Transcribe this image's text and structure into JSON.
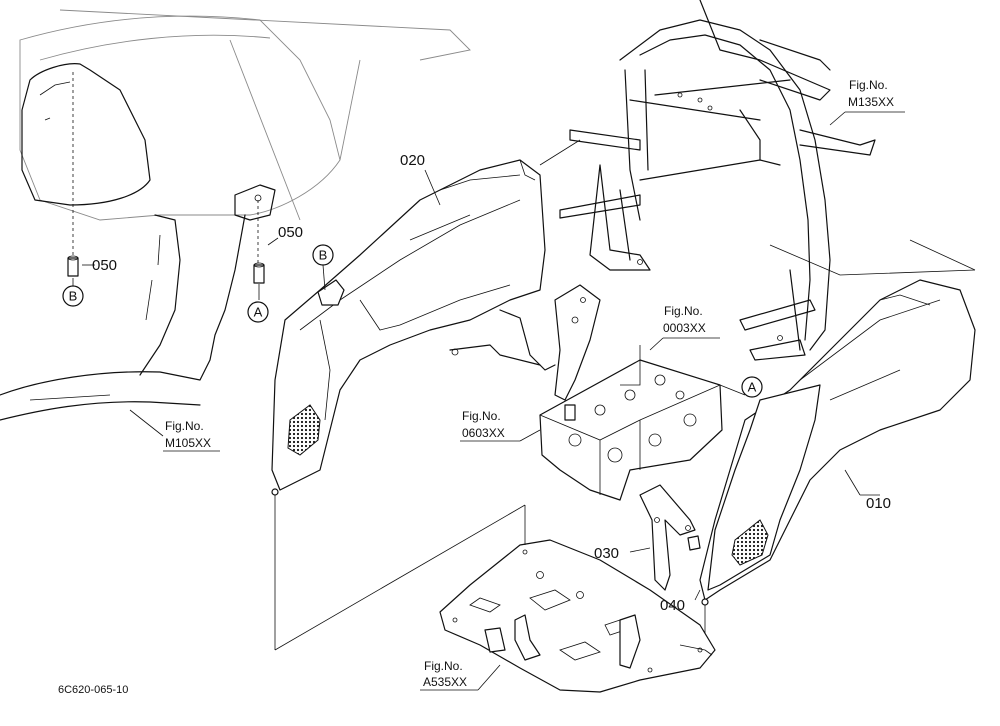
{
  "parts": {
    "p010": "010",
    "p020": "020",
    "p030": "030",
    "p040": "040",
    "p050_left": "050",
    "p050_right": "050"
  },
  "refs": {
    "m135": {
      "label": "Fig.No.",
      "code": "M135XX"
    },
    "m105": {
      "label": "Fig.No.",
      "code": "M105XX"
    },
    "f0003": {
      "label": "Fig.No.",
      "code": "0003XX"
    },
    "f0603": {
      "label": "Fig.No.",
      "code": "0603XX"
    },
    "a535": {
      "label": "Fig.No.",
      "code": "A535XX"
    }
  },
  "markers": {
    "a_left": "A",
    "b_left": "B",
    "b_panel": "B",
    "a_right": "A"
  },
  "footer": {
    "drawing_code": "6C620-065-10"
  },
  "colors": {
    "ink": "#111111",
    "background": "#ffffff"
  }
}
